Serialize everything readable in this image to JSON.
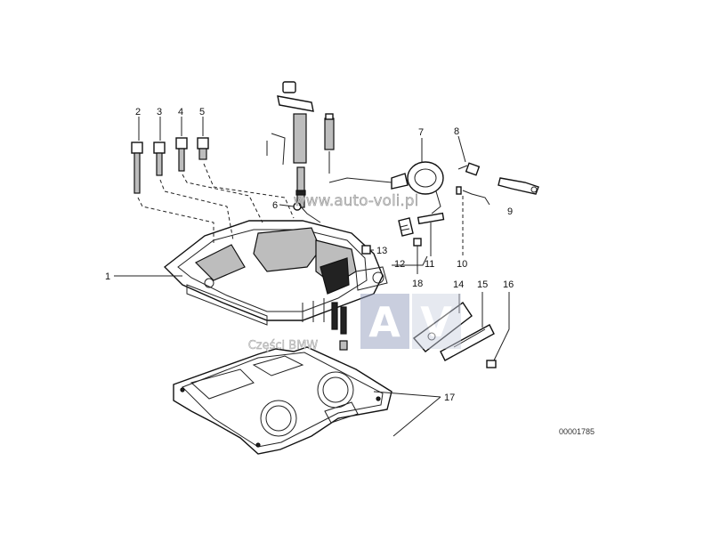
{
  "diagram": {
    "callouts": [
      "1",
      "2",
      "3",
      "4",
      "5",
      "6",
      "7",
      "8",
      "9",
      "10",
      "11",
      "12",
      "13",
      "14",
      "15",
      "16",
      "17",
      "18"
    ],
    "diagram_id": "00001785"
  },
  "watermarks": {
    "url": "www.auto-voli.pl",
    "logo_letters": "A V",
    "caption": "Części BMW"
  }
}
